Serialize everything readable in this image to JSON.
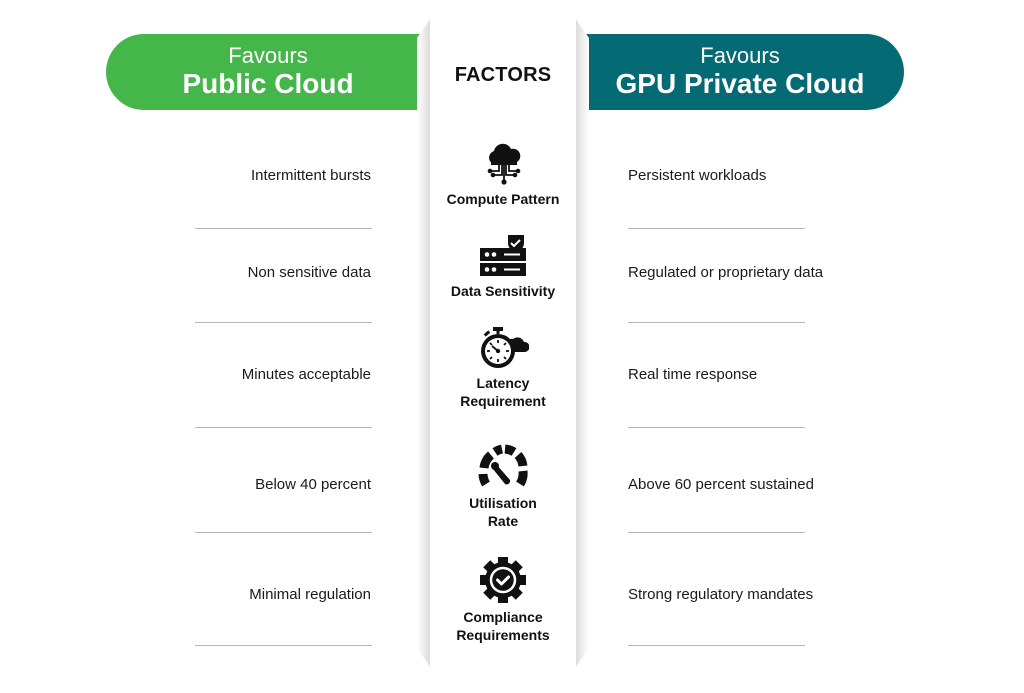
{
  "header": {
    "left": {
      "sub": "Favours",
      "main": "Public Cloud",
      "color": "#45b649"
    },
    "center": {
      "title": "FACTORS"
    },
    "right": {
      "sub": "Favours",
      "main": "GPU Private Cloud",
      "color": "#046a73"
    }
  },
  "rows": [
    {
      "factor": "Compute Pattern",
      "factor_lines": [
        "Compute Pattern"
      ],
      "icon": "cloud-network-icon",
      "public": "Intermittent bursts",
      "private": "Persistent workloads"
    },
    {
      "factor": "Data Sensitivity",
      "factor_lines": [
        "Data Sensitivity"
      ],
      "icon": "secure-server-icon",
      "public": "Non sensitive data",
      "private": "Regulated or proprietary data"
    },
    {
      "factor": "Latency Requirement",
      "factor_lines": [
        "Latency",
        "Requirement"
      ],
      "icon": "stopwatch-cloud-icon",
      "public": "Minutes acceptable",
      "private": "Real time response"
    },
    {
      "factor": "Utilisation Rate",
      "factor_lines": [
        "Utilisation",
        "Rate"
      ],
      "icon": "gauge-icon",
      "public": "Below 40 percent",
      "private": "Above 60 percent sustained"
    },
    {
      "factor": "Compliance Requirements",
      "factor_lines": [
        "Compliance",
        "Requirements"
      ],
      "icon": "gear-check-icon",
      "public": "Minimal regulation",
      "private": "Strong regulatory mandates"
    }
  ]
}
